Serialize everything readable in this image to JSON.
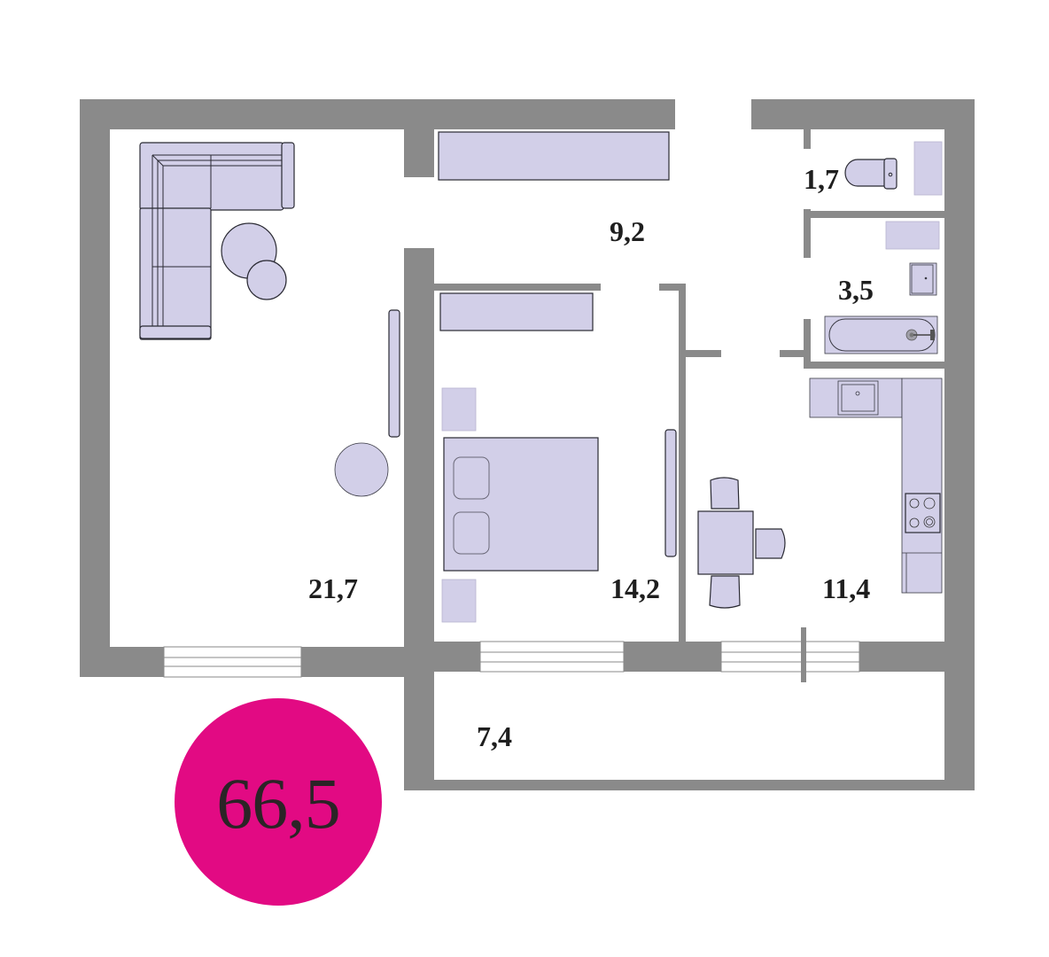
{
  "plan": {
    "total_area": "66,5",
    "rooms": [
      {
        "id": "living-room",
        "label": "21,7"
      },
      {
        "id": "hallway",
        "label": "9,2"
      },
      {
        "id": "bedroom",
        "label": "14,2"
      },
      {
        "id": "toilet",
        "label": "1,7"
      },
      {
        "id": "bathroom",
        "label": "3,5"
      },
      {
        "id": "kitchen",
        "label": "11,4"
      },
      {
        "id": "balcony",
        "label": "7,4"
      }
    ],
    "colors": {
      "wall": "#8a8a8a",
      "furniture": "#d2cfe8",
      "total_badge": "#e20a83",
      "label_text": "#1e1e1e"
    }
  }
}
